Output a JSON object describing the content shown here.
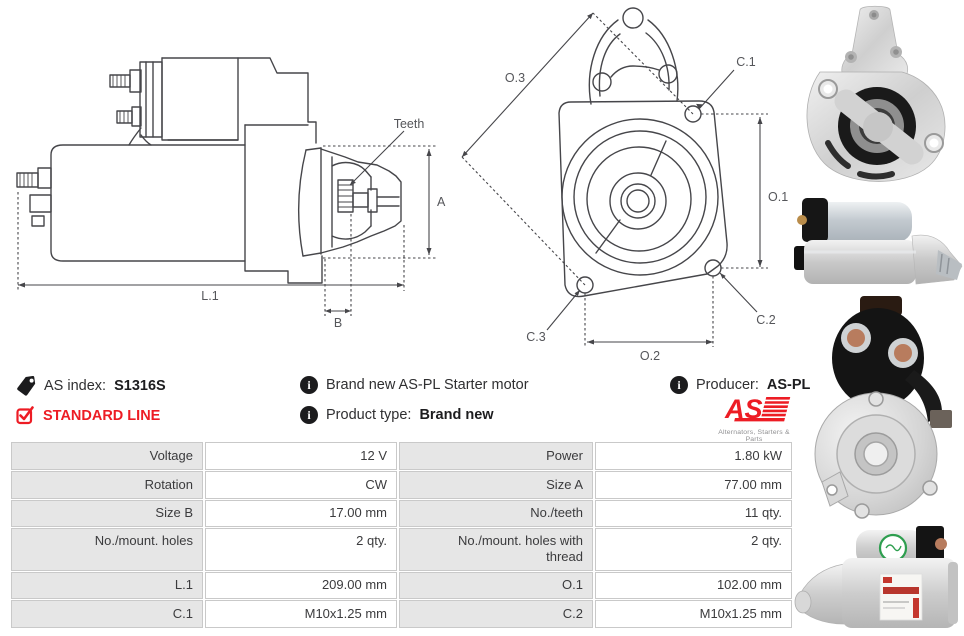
{
  "info_bar": {
    "as_index": {
      "label": "AS index:",
      "value": "S1316S"
    },
    "standard_line": "STANDARD LINE",
    "brand_new": "Brand new AS-PL Starter motor",
    "product_type": {
      "label": "Product type:",
      "value": "Brand new"
    },
    "producer": {
      "label": "Producer:",
      "value": "AS-PL"
    },
    "logo": {
      "text": "AS",
      "tagline": "Alternators, Starters & Parts"
    }
  },
  "drawings": {
    "side_view": {
      "labels": {
        "teeth": "Teeth",
        "a": "A",
        "l1": "L.1",
        "b": "B"
      }
    },
    "front_view": {
      "labels": {
        "o3": "O.3",
        "c1": "C.1",
        "o1": "O.1",
        "c2": "C.2",
        "c3": "C.3",
        "o2": "O.2"
      }
    }
  },
  "spec_table": {
    "rows": [
      {
        "l1": "Voltage",
        "v1": "12 V",
        "l2": "Power",
        "v2": "1.80 kW"
      },
      {
        "l1": "Rotation",
        "v1": "CW",
        "l2": "Size A",
        "v2": "77.00 mm"
      },
      {
        "l1": "Size B",
        "v1": "17.00 mm",
        "l2": "No./teeth",
        "v2": "11 qty."
      },
      {
        "l1": "No./mount. holes",
        "v1": "2 qty.",
        "l2": "No./mount. holes with thread",
        "v2": "2 qty."
      },
      {
        "l1": "L.1",
        "v1": "209.00 mm",
        "l2": "O.1",
        "v2": "102.00 mm"
      },
      {
        "l1": "C.1",
        "v1": "M10x1.25 mm",
        "l2": "C.2",
        "v2": "M10x1.25 mm"
      }
    ]
  },
  "colors": {
    "accent_red": "#ed1c24",
    "body_text": "#2f2f31",
    "drawing_line": "#46464a",
    "dim_label": "#55565a",
    "table_label_bg": "#e6e6e6",
    "table_border": "#c9c9c9"
  },
  "photos": [
    {
      "name": "starter-front-flange-photo"
    },
    {
      "name": "starter-side-view-photo"
    },
    {
      "name": "starter-solenoid-rear-photo"
    },
    {
      "name": "starter-side-label-photo"
    }
  ]
}
